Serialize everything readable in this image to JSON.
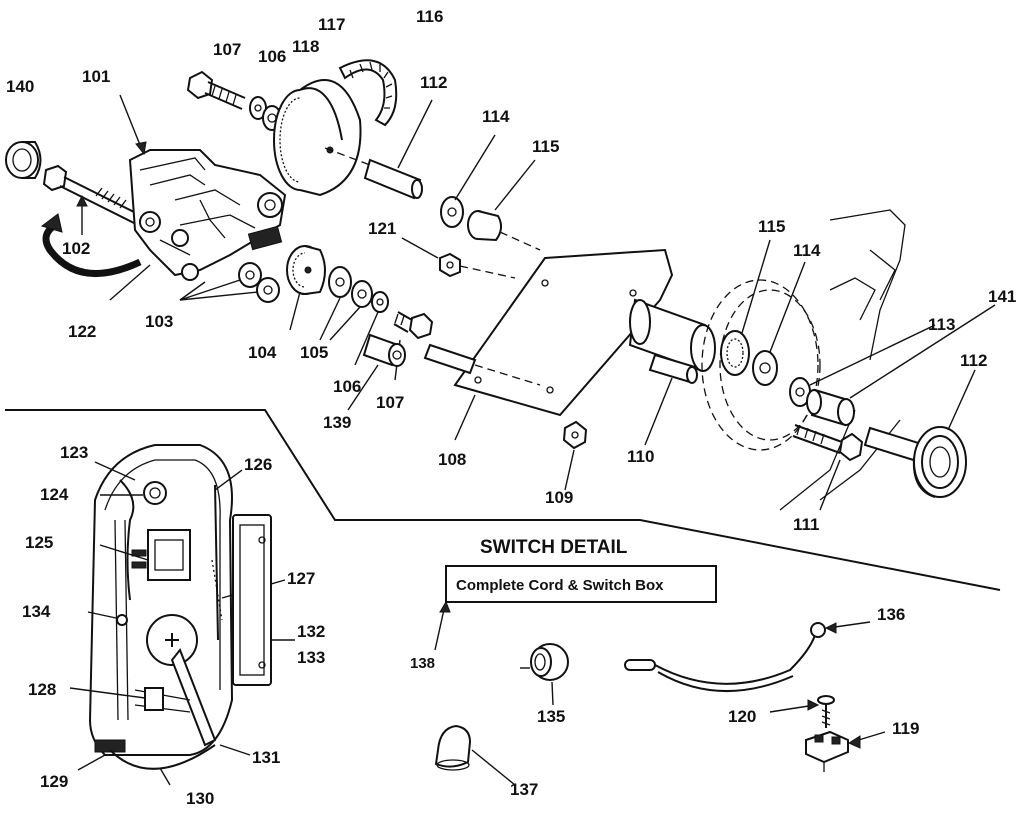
{
  "section_title": "SWITCH DETAIL",
  "box_label": "Complete Cord & Switch Box",
  "labels": {
    "p101": "101",
    "p102": "102",
    "p103": "103",
    "p104": "104",
    "p105": "105",
    "p106a": "106",
    "p106b": "106",
    "p107a": "107",
    "p107b": "107",
    "p108": "108",
    "p109": "109",
    "p110": "110",
    "p111": "111",
    "p112a": "112",
    "p112b": "112",
    "p113": "113",
    "p114a": "114",
    "p114b": "114",
    "p115a": "115",
    "p115b": "115",
    "p116": "116",
    "p117": "117",
    "p118": "118",
    "p119": "119",
    "p120": "120",
    "p121": "121",
    "p122": "122",
    "p123": "123",
    "p124": "124",
    "p125": "125",
    "p126": "126",
    "p127": "127",
    "p128": "128",
    "p129": "129",
    "p130": "130",
    "p131": "131",
    "p132": "132",
    "p133": "133",
    "p134": "134",
    "p135": "135",
    "p136": "136",
    "p137": "137",
    "p138": "138",
    "p139": "139",
    "p140": "140",
    "p141": "141"
  }
}
